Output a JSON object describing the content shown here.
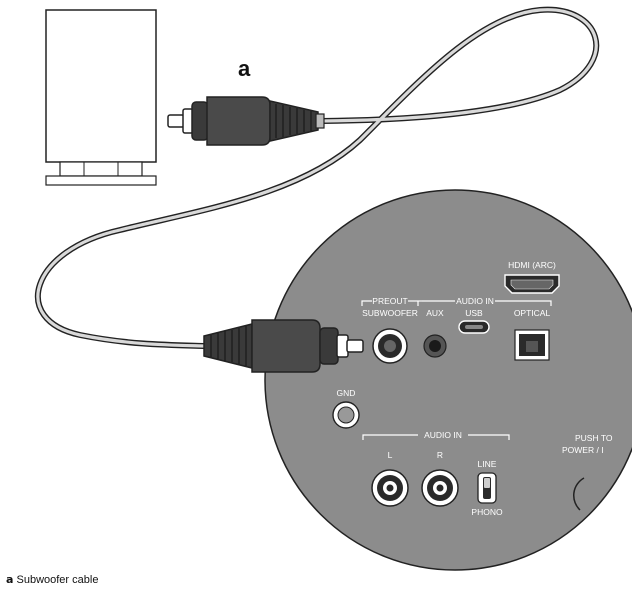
{
  "callout": {
    "letter": "a"
  },
  "panel": {
    "hdmi_label": "HDMI (ARC)",
    "preout_label": "PREOUT",
    "audio_in_top_label": "AUDIO IN",
    "subwoofer_label": "SUBWOOFER",
    "aux_label": "AUX",
    "usb_label": "USB",
    "optical_label": "OPTICAL",
    "gnd_label": "GND",
    "audio_in_bottom_label": "AUDIO IN",
    "left_label": "L",
    "right_label": "R",
    "line_label": "LINE",
    "phono_label": "PHONO",
    "push_label": "PUSH TO",
    "power_label": "POWER / I"
  },
  "caption": {
    "key": "a",
    "text": "Subwoofer cable"
  },
  "colors": {
    "panel_fill": "#8c8c8c",
    "outline": "#222222",
    "cable_fill": "#d9d9d9",
    "plug_dark": "#3a3a3a"
  }
}
